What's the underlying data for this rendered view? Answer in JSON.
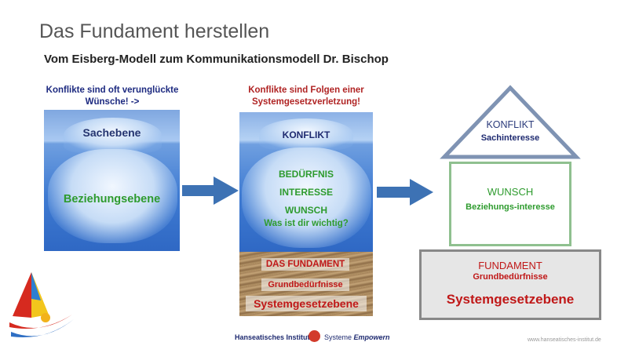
{
  "slide": {
    "title": "Das Fundament herstellen",
    "subtitle": "Vom Eisberg-Modell zum Kommunikationsmodell Dr. Bischop"
  },
  "left_panel": {
    "caption_line1": "Konflikte sind oft verunglückte",
    "caption_line2": "Wünsche!  ->",
    "top_label": "Sachebene",
    "bottom_label": "Beziehungsebene"
  },
  "middle_panel": {
    "caption_line1": "Konflikte sind Folgen einer",
    "caption_line2": "Systemgesetzverletzung!",
    "konflikt": "KONFLIKT",
    "beduerfnis": "BEDÜRFNIS",
    "interesse": "INTERESSE",
    "wunsch": "WUNSCH",
    "question": "Was ist dir wichtig?",
    "fundament": "DAS FUNDAMENT",
    "grundbeduerfnisse": "Grundbedürfnisse",
    "systemgesetzebene": "Systemgesetzebene"
  },
  "house": {
    "roof_title": "KONFLIKT",
    "roof_sub": "Sachinteresse",
    "wall_title": "WUNSCH",
    "wall_sub": "Beziehungs-interesse",
    "base_title": "FUNDAMENT",
    "base_sub": "Grundbedürfnisse",
    "base_main": "Systemgesetzebene"
  },
  "footer": {
    "institute": "Hanseatisches Institut",
    "systeme": "Systeme",
    "empowern": "Empowern",
    "url": "www.hanseatisches-institut.de"
  },
  "colors": {
    "navy": "#1e2a70",
    "red": "#c01818",
    "green": "#2e9b2e",
    "arrow": "#3d72b4"
  }
}
